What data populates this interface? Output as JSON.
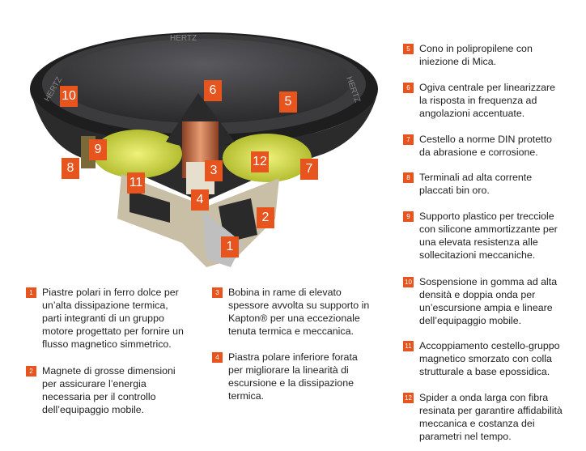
{
  "brand_ring_text": "HERTZ",
  "figure_labels": [
    "1",
    "2",
    "3",
    "4",
    "5",
    "6",
    "7",
    "8",
    "9",
    "10",
    "11",
    "12"
  ],
  "left_items": [
    {
      "num": "1",
      "lines": [
        "Piastre polari in ferro dolce per",
        "un’alta dissipazione termica,",
        "parti integranti di un gruppo",
        "motore progettato per fornire un",
        "flusso magnetico simmetrico."
      ]
    },
    {
      "num": "2",
      "lines": [
        "Magnete di grosse dimensioni",
        "per assicurare l’energia",
        "necessaria per il controllo",
        "dell’equipaggio mobile."
      ]
    }
  ],
  "middle_items": [
    {
      "num": "3",
      "lines": [
        "Bobina in rame di elevato",
        "spessore avvolta su supporto in",
        "Kapton® per una eccezionale",
        "tenuta termica e meccanica."
      ]
    },
    {
      "num": "4",
      "lines": [
        "Piastra polare inferiore forata",
        "per migliorare la linearità di",
        "escursione e la dissipazione",
        "termica."
      ]
    }
  ],
  "right_items": [
    {
      "num": "5",
      "lines": [
        "Cono in polipropilene con",
        "iniezione di Mica."
      ]
    },
    {
      "num": "6",
      "lines": [
        "Ogiva centrale per linearizzare",
        "la risposta in frequenza ad",
        "angolazioni accentuate."
      ]
    },
    {
      "num": "7",
      "lines": [
        "Cestello a norme DIN protetto",
        "da abrasione e corrosione."
      ]
    },
    {
      "num": "8",
      "lines": [
        "Terminali ad alta corrente",
        "placcati bin oro."
      ]
    },
    {
      "num": "9",
      "lines": [
        "Supporto plastico per trecciole",
        "con silicone ammortizzante per",
        "una elevata resistenza alle",
        "sollecitazioni meccaniche."
      ]
    },
    {
      "num": "10",
      "lines": [
        "Sospensione in gomma ad alta",
        "densità e doppia onda per",
        "un’escursione ampia e lineare",
        "dell’equipaggio mobile."
      ]
    },
    {
      "num": "11",
      "lines": [
        "Accoppiamento cestello-gruppo",
        "magnetico smorzato con colla",
        "strutturale a base epossidica."
      ]
    },
    {
      "num": "12",
      "lines": [
        "Spider a onda larga con fibra",
        "resinata per garantire affidabilità",
        "meccanica e costanza dei",
        "parametri nel tempo."
      ]
    }
  ],
  "colors": {
    "accent": "#e8541e",
    "cone": "#3a3a3c",
    "basket": "#2a2a2a",
    "spider": "#d8e23a",
    "coil": "#c8734a"
  }
}
